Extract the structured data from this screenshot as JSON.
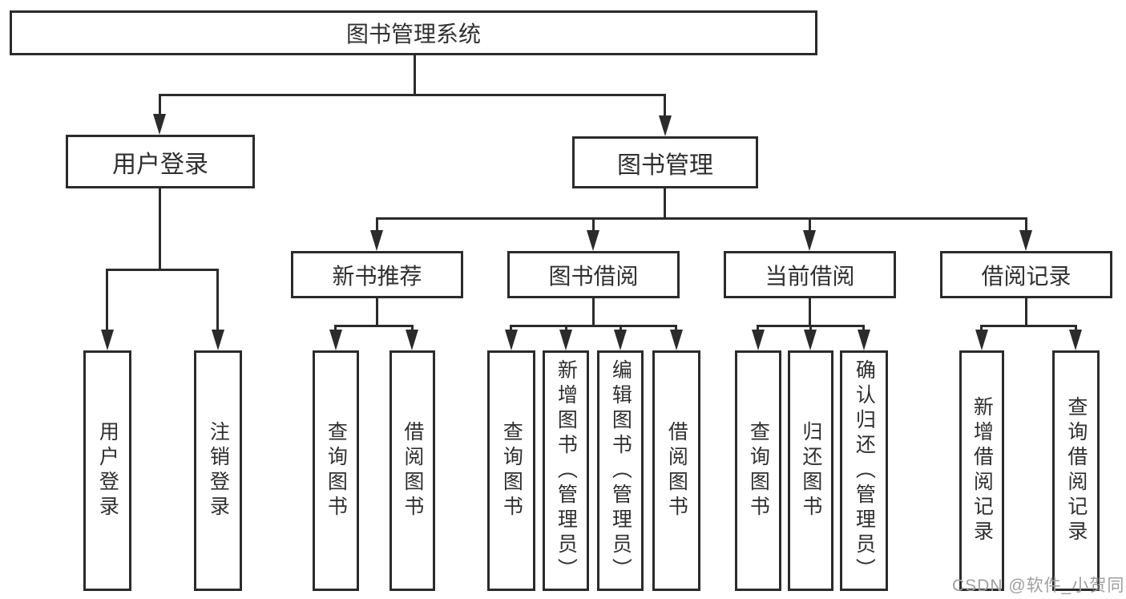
{
  "tree": {
    "root": {
      "label": "图书管理系统"
    },
    "branches": [
      {
        "label": "用户登录",
        "leaves": [
          {
            "label": "用户登录"
          },
          {
            "label": "注销登录"
          }
        ]
      },
      {
        "label": "图书管理",
        "groups": [
          {
            "label": "新书推荐",
            "leaves": [
              {
                "label": "查询图书"
              },
              {
                "label": "借阅图书"
              }
            ]
          },
          {
            "label": "图书借阅",
            "leaves": [
              {
                "label": "查询图书"
              },
              {
                "label": "新增图书（管理员）"
              },
              {
                "label": "编辑图书（管理员）"
              },
              {
                "label": "借阅图书"
              }
            ]
          },
          {
            "label": "当前借阅",
            "leaves": [
              {
                "label": "查询图书"
              },
              {
                "label": "归还图书"
              },
              {
                "label": "确认归还（管理员）"
              }
            ]
          },
          {
            "label": "借阅记录",
            "leaves": [
              {
                "label": "新增借阅记录"
              },
              {
                "label": "查询借阅记录"
              }
            ]
          }
        ]
      }
    ]
  },
  "watermark": {
    "text": "CSDN @软件_小贺同学"
  },
  "colors": {
    "line": "#2b2b2b",
    "text": "#2f2f2f",
    "watermark": "#9e9e9e",
    "background": "#ffffff"
  }
}
